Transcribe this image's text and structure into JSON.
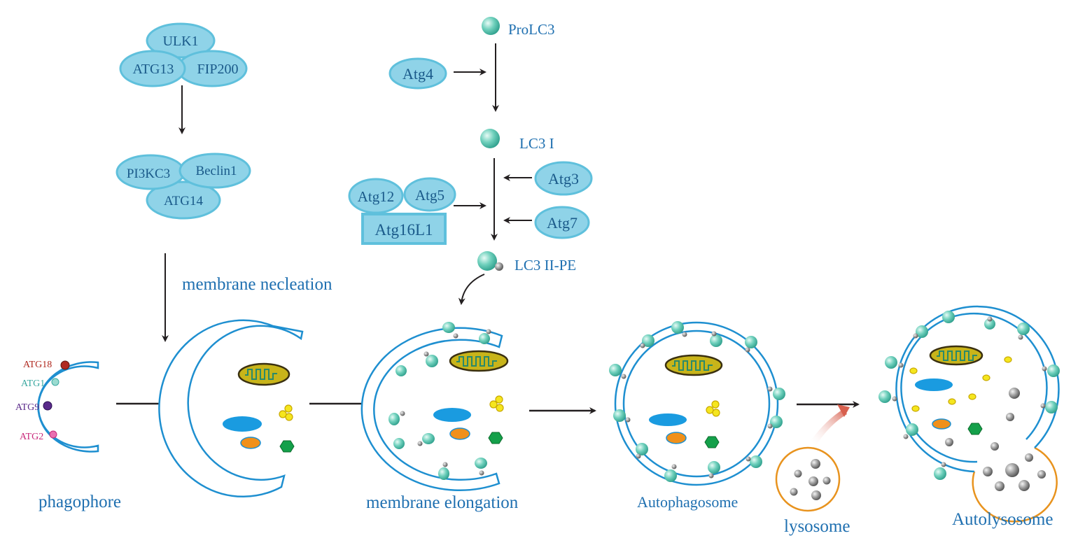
{
  "colors": {
    "protein_fill": "#8fd3e8",
    "protein_stroke": "#5fc0dc",
    "protein_text": "#1a5a8a",
    "label_blue": "#1e6fb0",
    "membrane": "#1e8fd0",
    "arrow": "#231f20",
    "lc3_bead": "#55c1ae",
    "pe_bead": "#8a8a8a",
    "mito_fill": "#c8b41a",
    "mito_stroke": "#3a3010",
    "blue_organelle": "#1a9be0",
    "orange_organelle": "#f0901a",
    "green_organelle": "#14a04a",
    "yellow_granule": "#f5e61e",
    "lysosome_ring": "#e8931e",
    "fusion_arrow": "#e0736a"
  },
  "ulk_complex": {
    "ulk1": "ULK1",
    "atg13": "ATG13",
    "fip200": "FIP200"
  },
  "pi3k_complex": {
    "pi3kc3": "PI3KC3",
    "beclin1": "Beclin1",
    "atg14": "ATG14"
  },
  "lc3_pathway": {
    "prolc3": "ProLC3",
    "atg4": "Atg4",
    "lc3_i": "LC3 I",
    "atg3": "Atg3",
    "atg7": "Atg7",
    "atg12": "Atg12",
    "atg5": "Atg5",
    "atg16l1": "Atg16L1",
    "lc3_ii_pe": "LC3 II-PE"
  },
  "phagophore_markers": {
    "atg18": {
      "label": "ATG18",
      "color": "#b02a20"
    },
    "atg1": {
      "label": "ATG1",
      "color": "#3aa8a0"
    },
    "atg9": {
      "label": "ATG9",
      "color": "#5a2a8a"
    },
    "atg2": {
      "label": "ATG2",
      "color": "#c8287a"
    }
  },
  "stages": {
    "membrane_nucleation": "membrane necleation",
    "phagophore": "phagophore",
    "membrane_elongation": "membrane elongation",
    "autophagosome": "Autophagosome",
    "lysosome": "lysosome",
    "autolysosome": "Autolysosome"
  }
}
